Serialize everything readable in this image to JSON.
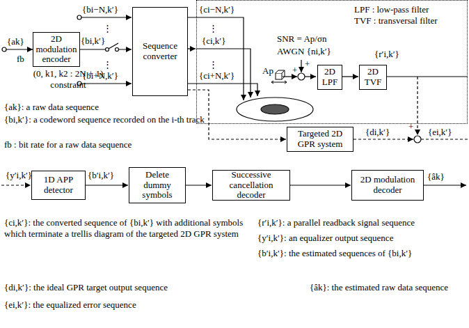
{
  "diagram": {
    "nodes": [
      {
        "text": [
          "2D modulation encoder"
        ]
      },
      {
        "text": [
          "Sequence converter"
        ]
      },
      {
        "text": [
          "LPF : low-pass filter",
          "TVF : transversal filter",
          "SNR = Ap/σn",
          "AWGN {ni,k′}",
          "Ap",
          "{r′i,k′}"
        ]
      },
      {
        "text": [
          "2D LPF"
        ],
        "in": 2
      },
      {
        "text": [
          "2D TVF"
        ],
        "in": 2
      },
      {
        "text": [
          "Targeted 2D GPR system"
        ]
      },
      {
        "text": [
          "1D APP detector"
        ]
      },
      {
        "text": [
          "Delete dummy symbols"
        ]
      },
      {
        "text": [
          "Successive cancellation decoder"
        ]
      },
      {
        "text": [
          "2D modulation decoder"
        ]
      }
    ],
    "edges": [
      {
        "from": 0,
        "to": 1,
        "arrow": "to"
      },
      {
        "from": 1,
        "to": 2,
        "arrow": "to"
      },
      {
        "from": 1,
        "to": 5,
        "arrow": "to"
      },
      {
        "from": 3,
        "to": 4,
        "arrow": "to"
      },
      {
        "from": 6,
        "to": 7,
        "arrow": "to"
      },
      {
        "from": 7,
        "to": 8,
        "arrow": "to"
      },
      {
        "from": 8,
        "to": 9,
        "arrow": "to"
      }
    ],
    "labels": [
      "{ak}",
      "fb",
      "(0, k1, k2 : 2N + 1) constraint",
      "{bi−N,k′}",
      "⋮",
      "{bi,k′}",
      "⋮",
      "{bi+N,k′}",
      "{ci−N,k′}",
      "⋮",
      "{ci,k′}",
      "⋮",
      "{ci+N,k′}",
      "+",
      "+",
      "{di,k′}",
      "+",
      "{ei,k′}",
      "{ak}: a raw data sequence",
      "{bi,k′}: a codeword sequence recorded on the i-th track",
      "fb : bit rate for a raw data sequence",
      "{y′i,k′}",
      "{b′i,k′}",
      "{âk}",
      "{ci,k′}: the converted sequence of {bi,k′} with additional symbols which terminate a trellis diagram of the targeted 2D GPR system",
      "{di,k′}: the ideal GPR target output sequence",
      "{ei,k′}: the equalized error sequence",
      "{r′i,k′}: a parallel readback signal sequence",
      "{y′i,k′}: an equalizer output sequence",
      "{b′i,k′}: the estimated sequences of {bi,k′}",
      "{âk}: the estimated raw data sequence"
    ]
  }
}
